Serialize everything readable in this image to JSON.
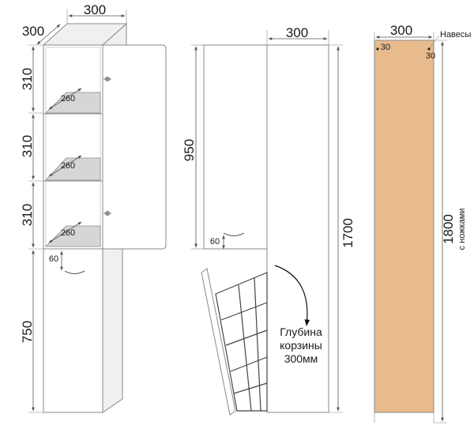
{
  "view1": {
    "width": "300",
    "depth": "300",
    "h_section1": "310",
    "h_section2": "310",
    "h_section3": "310",
    "h_bottom": "750",
    "shelf_depth1": "260",
    "shelf_depth2": "260",
    "shelf_depth3": "260",
    "handle_gap": "60"
  },
  "view2": {
    "width": "300",
    "h_upper": "950",
    "h_total": "1700",
    "handle_gap": "60",
    "basket_note_line1": "Глубина",
    "basket_note_line2": "корзины",
    "basket_note_line3": "300мм"
  },
  "view3": {
    "width": "300",
    "hinges_label": "Навесы",
    "hinge_left": "30",
    "hinge_right": "30",
    "h_total": "1800",
    "h_total_note": "с ножками"
  }
}
